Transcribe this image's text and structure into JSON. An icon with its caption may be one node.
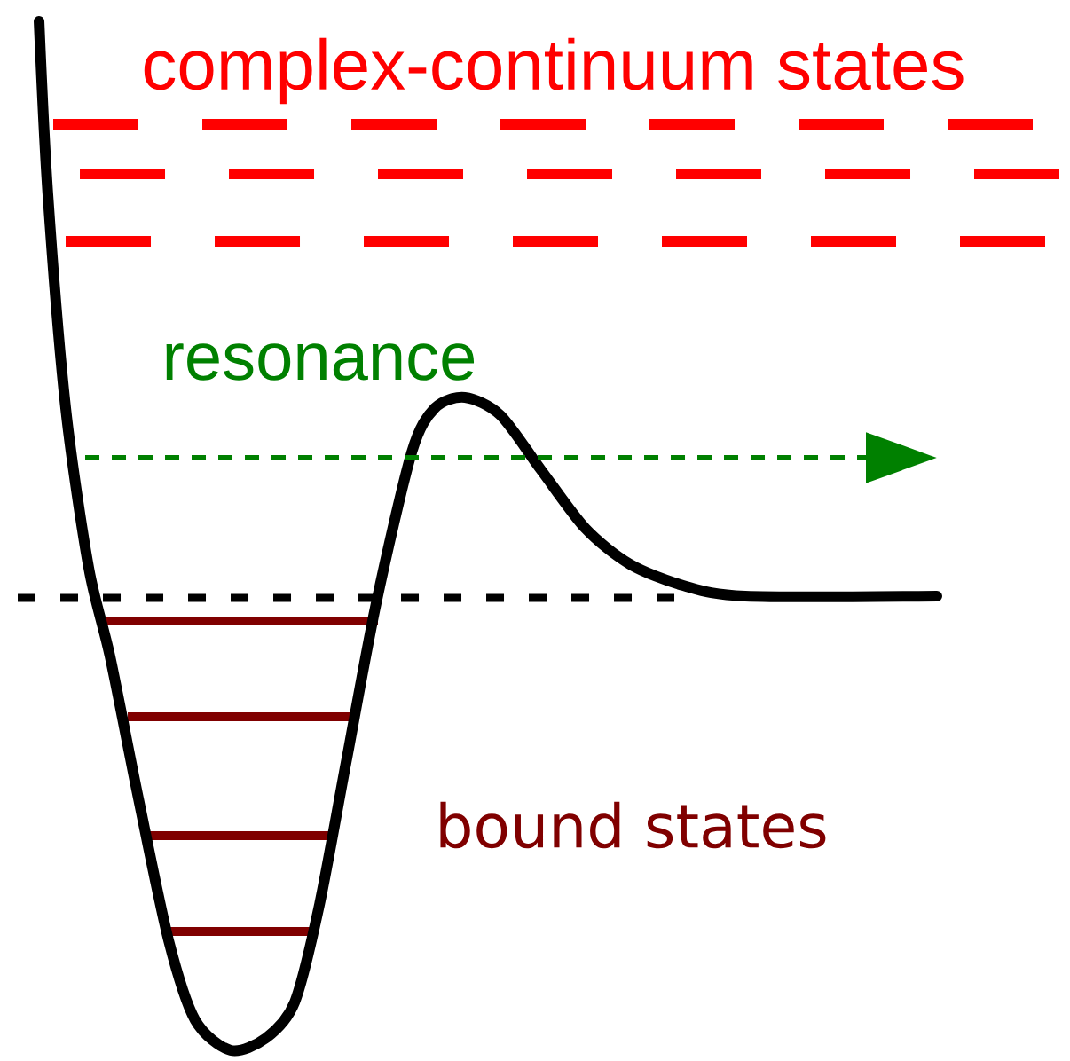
{
  "diagram": {
    "labels": [
      "complex-continuum states",
      "resonance",
      "bound states"
    ]
  }
}
